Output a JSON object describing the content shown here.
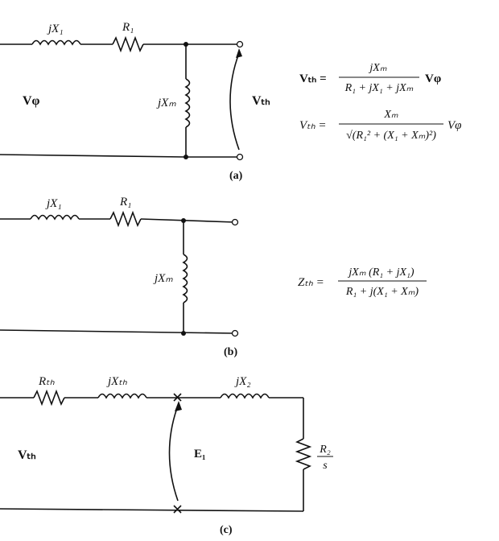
{
  "circuit_a": {
    "x1_label": "jX₁",
    "r1_label": "R₁",
    "xm_label": "jXₘ",
    "source_label": "Vφ",
    "vth_label": "Vₜₕ",
    "caption": "(a)"
  },
  "circuit_b": {
    "x1_label": "jX₁",
    "r1_label": "R₁",
    "xm_label": "jXₘ",
    "caption": "(b)"
  },
  "circuit_c": {
    "rth_label": "Rₜₕ",
    "xth_label": "jXₜₕ",
    "x2_label": "jX₂",
    "r2_num": "R₂",
    "r2_den": "s",
    "source_label": "Vₜₕ",
    "e1_label": "E₁",
    "caption": "(c)"
  },
  "equations": {
    "eq1_lhs": "Vₜₕ =",
    "eq1_num": "jXₘ",
    "eq1_den": "R₁ + jX₁ + jXₘ",
    "eq1_tail": "Vφ",
    "eq2_lhs": "Vₜₕ =",
    "eq2_num": "Xₘ",
    "eq2_den": "√(R₁² + (X₁ + Xₘ)²)",
    "eq2_tail": "Vφ",
    "eq3_lhs": "Zₜₕ =",
    "eq3_num": "jXₘ (R₁ + jX₁)",
    "eq3_den": "R₁ + j(X₁ + Xₘ)"
  }
}
